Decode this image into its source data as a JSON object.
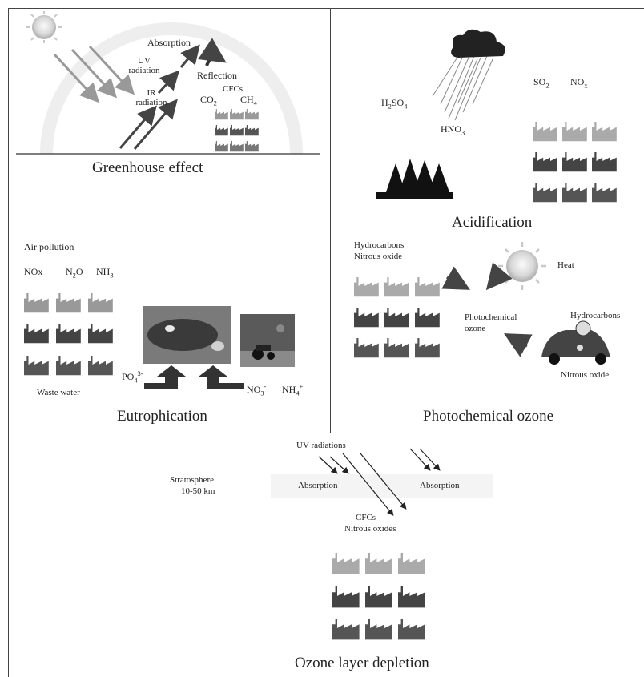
{
  "panels": {
    "greenhouse": {
      "title": "Greenhouse effect",
      "absorption": "Absorption",
      "uv": "UV",
      "uv2": "radiation",
      "ir": "IR",
      "ir2": "radiation",
      "reflection": "Reflection",
      "cfcs": "CFCs",
      "co2": "CO",
      "co2_sub": "2",
      "ch4": "CH",
      "ch4_sub": "4"
    },
    "acidification": {
      "title": "Acidification",
      "h2so4_a": "H",
      "h2so4_sub1": "2",
      "h2so4_b": "SO",
      "h2so4_sub2": "4",
      "hno3_a": "HNO",
      "hno3_sub": "3",
      "so2_a": "SO",
      "so2_sub": "2",
      "nox_a": "NO",
      "nox_sub": "x"
    },
    "eutrophication": {
      "title": "Eutrophication",
      "air_pollution": "Air pollution",
      "nox": "NOx",
      "n2o_a": "N",
      "n2o_sub": "2",
      "n2o_b": "O",
      "nh3_a": "NH",
      "nh3_sub": "3",
      "waste_water": "Waste water",
      "po4_a": "PO",
      "po4_sup": "3-",
      "po4_sub": "4",
      "no3_a": "NO",
      "no3_sub": "3",
      "no3_sup": "-",
      "nh4_a": "NH",
      "nh4_sub": "4",
      "nh4_sup": "+"
    },
    "photochemical": {
      "title": "Photochemical ozone",
      "hydrocarbons_top": "Hydrocarbons",
      "nitrous_top": "Nitrous oxide",
      "heat": "Heat",
      "photochemical": "Photochemical",
      "ozone": "ozone",
      "hydrocarbons_car": "Hydrocarbons",
      "nitrous_car": "Nitrous oxide"
    },
    "ozone": {
      "title": "Ozone layer depletion",
      "uv_radiations": "UV radiations",
      "stratosphere": "Stratosphere",
      "altitude": "10-50 km",
      "absorption_left": "Absorption",
      "absorption_right": "Absorption",
      "cfcs": "CFCs",
      "nitrous_oxides": "Nitrous oxides"
    }
  },
  "icons": {
    "sun": "sun-icon",
    "cloud": "rain-cloud-icon",
    "trees": "forest-icon",
    "factory": "factory-icon",
    "car": "car-icon",
    "tractor": "tractor-icon"
  }
}
